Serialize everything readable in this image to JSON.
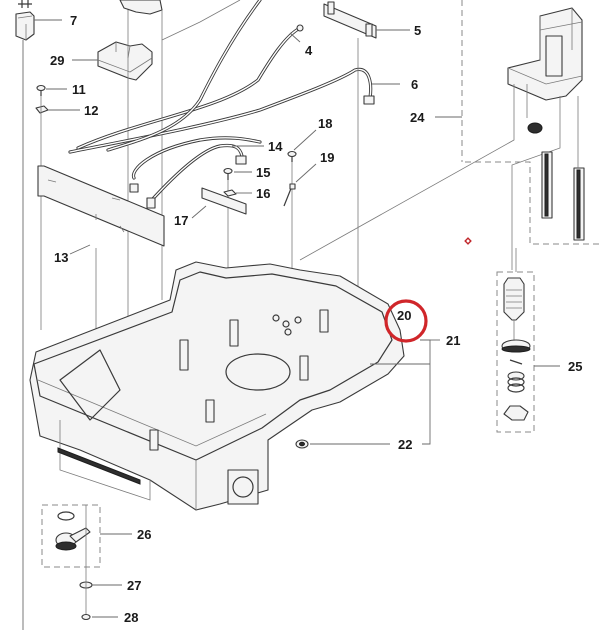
{
  "diagram": {
    "type": "exploded-parts-view",
    "callouts": [
      {
        "number": "7"
      },
      {
        "number": "29"
      },
      {
        "number": "11"
      },
      {
        "number": "12"
      },
      {
        "number": "4"
      },
      {
        "number": "5"
      },
      {
        "number": "6"
      },
      {
        "number": "24"
      },
      {
        "number": "14"
      },
      {
        "number": "15"
      },
      {
        "number": "16"
      },
      {
        "number": "17"
      },
      {
        "number": "18"
      },
      {
        "number": "19"
      },
      {
        "number": "13"
      },
      {
        "number": "20"
      },
      {
        "number": "21"
      },
      {
        "number": "22"
      },
      {
        "number": "25"
      },
      {
        "number": "26"
      },
      {
        "number": "27"
      },
      {
        "number": "28"
      }
    ],
    "highlighted_callout": "20",
    "colors": {
      "line": "#3a3a3a",
      "highlight": "#d0262a",
      "background": "#ffffff"
    }
  }
}
